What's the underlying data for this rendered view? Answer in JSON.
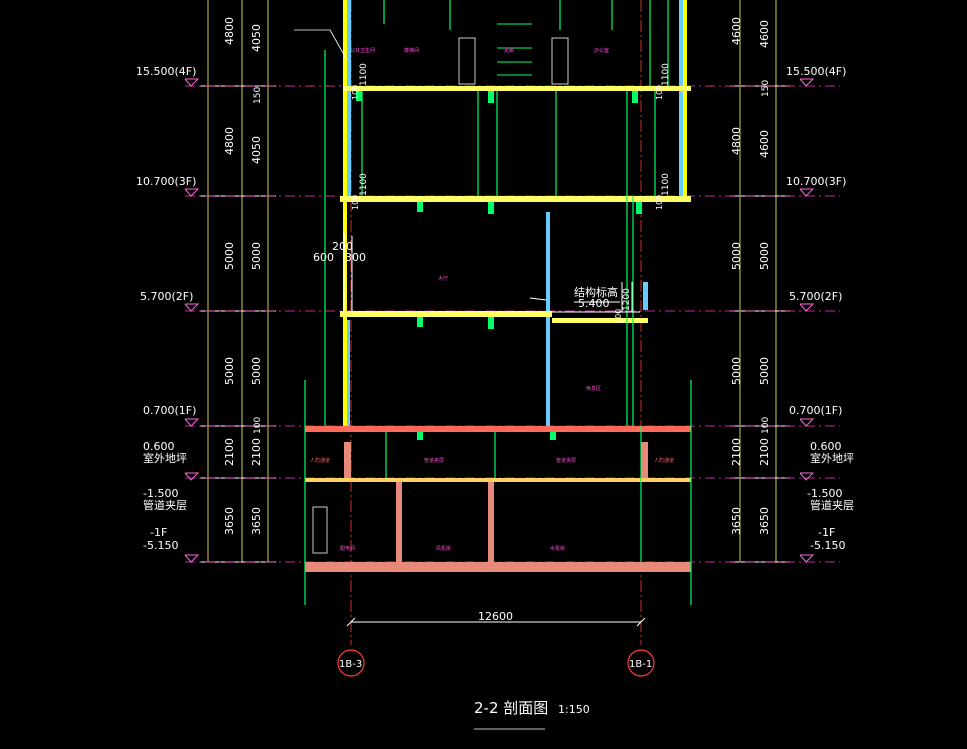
{
  "drawing": {
    "title": "2-2 剖面图",
    "scale": "1:150",
    "overall_dimension": "12600",
    "colors": {
      "background": "#000000",
      "wall_yellow": "#ffff00",
      "grid_green": "#00ff66",
      "window_cyan": "#66ccff",
      "level_magenta": "#ff33cc",
      "concrete_fill": "#e88a7a",
      "axis_red": "#ff3b3b",
      "text_white": "#ffffff"
    }
  },
  "axes": [
    {
      "label": "1B-3",
      "icon": "axis-bubble"
    },
    {
      "label": "1B-1",
      "icon": "axis-bubble"
    }
  ],
  "levels_left": [
    {
      "elev": "15.500(4F)"
    },
    {
      "elev": "10.700(3F)"
    },
    {
      "elev": "5.700(2F)"
    },
    {
      "elev": "0.700(1F)"
    },
    {
      "elev": "0.600",
      "note": "室外地坪"
    },
    {
      "elev": "-1.500",
      "note": "管道夹层"
    },
    {
      "elev": "-1F",
      "note": "-5.150"
    }
  ],
  "levels_right": [
    {
      "elev": "15.500(4F)"
    },
    {
      "elev": "10.700(3F)"
    },
    {
      "elev": "5.700(2F)"
    },
    {
      "elev": "0.700(1F)"
    },
    {
      "elev": "0.600",
      "note": "室外地坪"
    },
    {
      "elev": "-1.500",
      "note": "管道夹层"
    },
    {
      "elev": "-1F",
      "note": "-5.150"
    }
  ],
  "dims_left_outer": [
    "4800",
    "4800",
    "5000",
    "5000",
    "2100",
    "3650"
  ],
  "dims_left_inner": [
    "4050",
    "150",
    "4050",
    "5000",
    "5000",
    "100",
    "2100",
    "3650"
  ],
  "dims_right_outer": [
    "4600",
    "4800",
    "5000",
    "5000",
    "2100",
    "3650"
  ],
  "dims_right_inner": [
    "4600",
    "150",
    "4600",
    "5000",
    "5000",
    "100",
    "2100",
    "3650"
  ],
  "annotations": {
    "structure_elev_label": "结构标高",
    "structure_elev_value": "5.400",
    "left_dims": [
      "200",
      "600",
      "300"
    ],
    "sill_1100": "1100",
    "sill_1200": "1200",
    "sill_100": "100"
  },
  "rooms": [
    {
      "name": "公共卫生间"
    },
    {
      "name": "楼梯间"
    },
    {
      "name": "走廊"
    },
    {
      "name": "办公室"
    },
    {
      "name": "大厅"
    },
    {
      "name": "休息区"
    },
    {
      "name": "人防通道"
    },
    {
      "name": "管道夹层"
    },
    {
      "name": "管道夹层"
    },
    {
      "name": "人防通道"
    },
    {
      "name": "配电间"
    },
    {
      "name": "风机房"
    },
    {
      "name": "水泵房"
    }
  ]
}
